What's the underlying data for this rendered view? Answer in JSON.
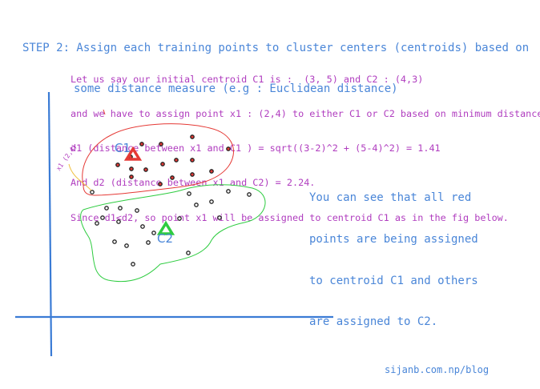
{
  "step": {
    "line1": "STEP 2: Assign each training points to cluster centers (centroids) based on",
    "line2": "some distance measure (e.g : Euclidean distance)"
  },
  "note_lines": [
    "Let us say our initial centroid C1 is :  (3, 5) and C2 : (4,3)",
    "and we have to assign point x1 : (2,4) to either C1 or C2 based on minimum distance.",
    "d1 (distance between x1 and C1 ) = sqrt((3-2)^2 + (5-4)^2) = 1.41",
    "And d2 (distance between x1 and C2) = 2.24.",
    "Since d1<d2, so point x1 will be assigned to centroid C1 as in the fig below."
  ],
  "figure": {
    "c1_label": "C1",
    "c2_label": "C2",
    "x1_label": "x1 (2,4)",
    "colors": {
      "red": "#e53935",
      "green": "#2ecc40",
      "axis": "#3a7bd5",
      "point": "#222222"
    }
  },
  "side_text": [
    "You can see that all red",
    "points are being assigned",
    "to centroid C1 and others",
    "are assigned to C2."
  ],
  "credit": "sijanb.com.np/blog"
}
